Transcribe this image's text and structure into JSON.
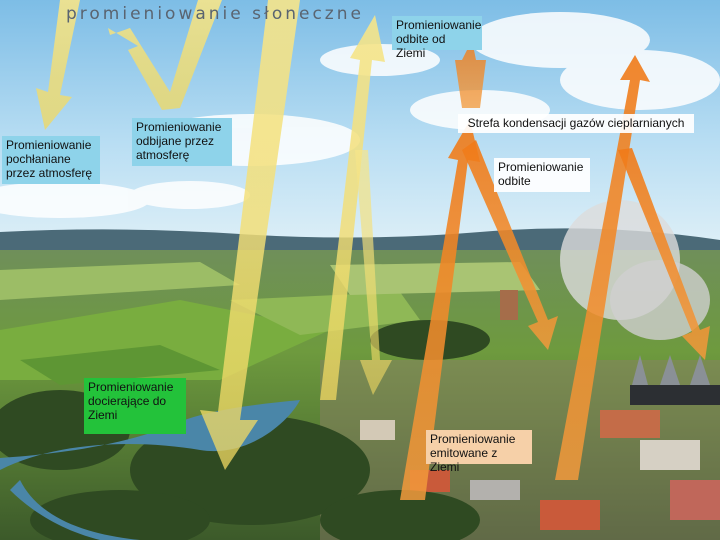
{
  "title": "promieniowanie słoneczne",
  "labels": {
    "absorbed": "Promieniowanie pochłaniane przez atmosferę",
    "reflected_atmosphere": "Promieniowanie odbijane przez atmosferę",
    "reflected_earth": "Promieniowanie odbite od Ziemi",
    "greenhouse_zone": "Strefa kondensacji gazów cieplarnianych",
    "reflected": "Promieniowanie odbite",
    "reaching_earth": "Promieniowanie docierające do Ziemi",
    "emitted_earth": "Promieniowanie emitowane z Ziemi"
  },
  "colors": {
    "solar_arrow": "#f3e27a",
    "infrared_arrow": "#f08a1e",
    "sky": "#9fd0ee",
    "land": "#5f8a3a",
    "river": "#4a86a8"
  }
}
